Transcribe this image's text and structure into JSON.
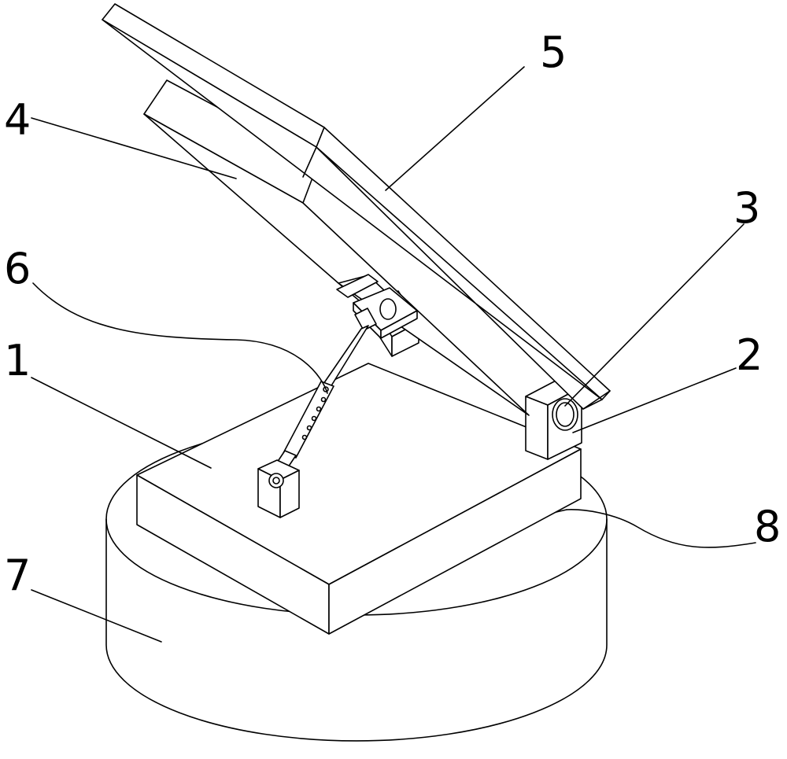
{
  "labels": {
    "l1": "1",
    "l2": "2",
    "l3": "3",
    "l4": "4",
    "l5": "5",
    "l6": "6",
    "l7": "7",
    "l8": "8"
  },
  "colors": {
    "line": "#000000",
    "background": "#ffffff"
  }
}
